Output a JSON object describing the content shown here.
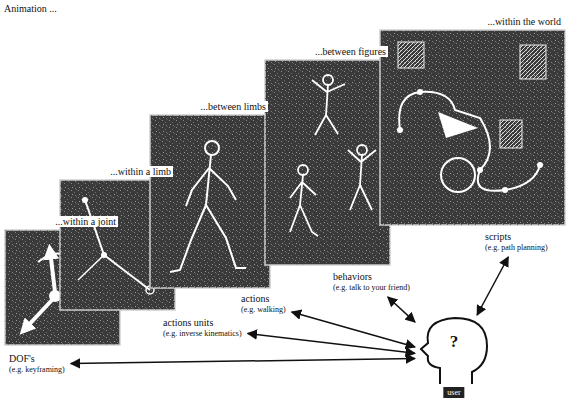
{
  "diagram": {
    "title": "Animation ...",
    "nodes": [
      {
        "text": [
          "...within a joint"
        ]
      },
      {
        "text": [
          "...within a limb"
        ]
      },
      {
        "text": [
          "...between limbs"
        ]
      },
      {
        "text": [
          "...between figures"
        ]
      },
      {
        "text": [
          "...within the world"
        ]
      },
      {
        "text": [
          "DOF's",
          "(e.g. keyframing)"
        ]
      },
      {
        "text": [
          "actions units",
          "(e.g. inverse kinematics)"
        ]
      },
      {
        "text": [
          "actions",
          "(e.g. walking)"
        ]
      },
      {
        "text": [
          "behaviors",
          "(e.g. talk to your friend)"
        ]
      },
      {
        "text": [
          "scripts",
          "(e.g. path planning)"
        ]
      },
      {
        "text": [
          "?",
          "user"
        ]
      }
    ],
    "edges": [
      {
        "from": 10,
        "to": 5,
        "arrow": "both"
      },
      {
        "from": 10,
        "to": 6,
        "arrow": "both"
      },
      {
        "from": 10,
        "to": 7,
        "arrow": "both"
      },
      {
        "from": 10,
        "to": 8,
        "arrow": "both"
      },
      {
        "from": 10,
        "to": 9,
        "arrow": "both"
      }
    ]
  }
}
